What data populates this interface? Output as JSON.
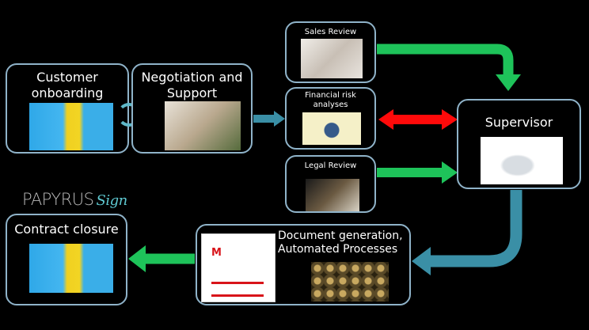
{
  "logo": {
    "brand": "PAPYRUS",
    "suffix": "Sign"
  },
  "nodes": {
    "customer_onboarding": "Customer onboarding",
    "negotiation": "Negotiation and Support",
    "sales_review": "Sales Review",
    "financial_risk": "Financial risk analyses",
    "legal_review": "Legal Review",
    "supervisor": "Supervisor",
    "contract_closure": "Contract closure",
    "document_generation": "Document generation, Automated Processes"
  },
  "colors": {
    "border": "#8fb3c9",
    "green_arrow": "#1ec35a",
    "red_arrow": "#ff0a0a",
    "teal_arrow": "#3a8fa6"
  }
}
